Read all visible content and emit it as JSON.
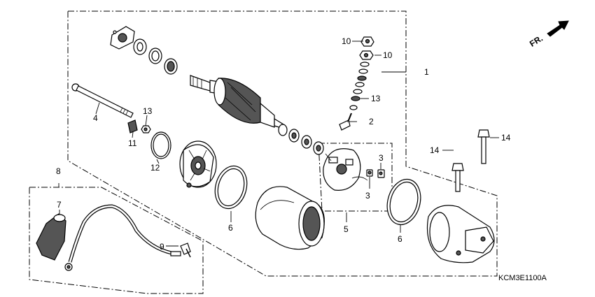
{
  "diagram_code": "KCM3E1100A",
  "direction_indicator": "FR.",
  "callouts": {
    "c1": "1",
    "c2": "2",
    "c3a": "3",
    "c3b": "3",
    "c4": "4",
    "c5": "5",
    "c6a": "6",
    "c6b": "6",
    "c7": "7",
    "c8": "8",
    "c9": "9",
    "c10a": "10",
    "c10b": "10",
    "c11": "11",
    "c12": "12",
    "c13a": "13",
    "c13b": "13",
    "c14a": "14",
    "c14b": "14"
  }
}
